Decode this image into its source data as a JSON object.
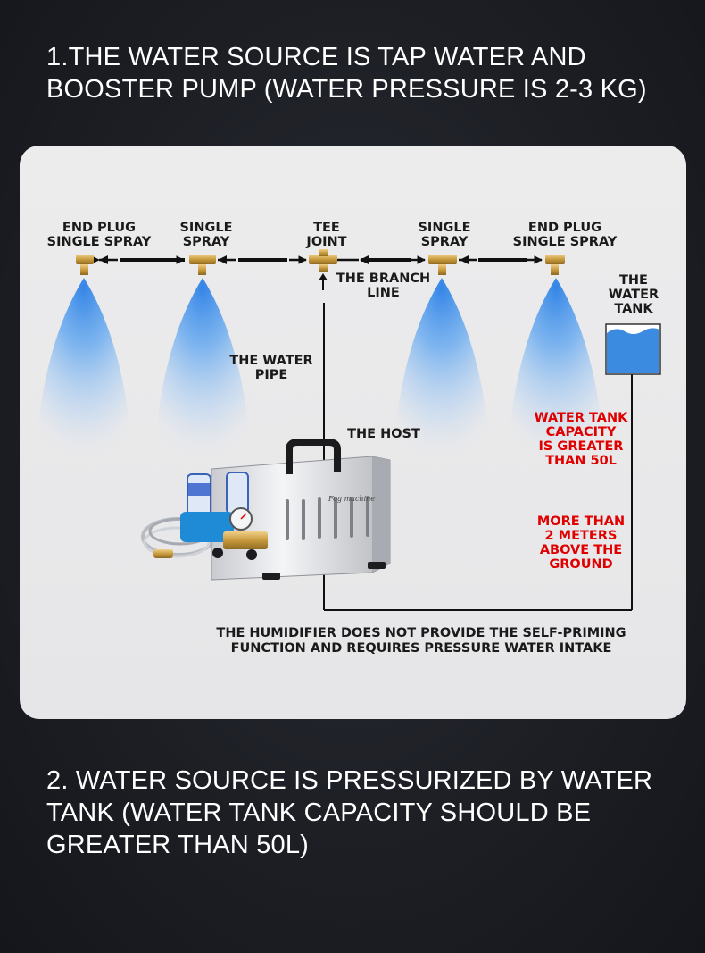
{
  "heading_1": "1.THE WATER SOURCE IS TAP WATER AND BOOSTER PUMP (WATER PRESSURE IS 2-3 KG)",
  "heading_2": "2. WATER SOURCE IS PRESSURIZED BY WATER TANK (WATER TANK CAPACITY SHOULD BE GREATER THAN 50L)",
  "nozzles": {
    "n1": [
      "END PLUG",
      "SINGLE SPRAY"
    ],
    "n2": [
      "SINGLE",
      "SPRAY"
    ],
    "n3": [
      "TEE",
      "JOINT"
    ],
    "n4": [
      "SINGLE",
      "SPRAY"
    ],
    "n5": [
      "END PLUG",
      "SINGLE SPRAY"
    ]
  },
  "branch_line": [
    "THE BRANCH",
    "LINE"
  ],
  "water_pipe": [
    "THE WATER",
    "PIPE"
  ],
  "host": "THE HOST",
  "machine_brand": "Fog machine",
  "water_tank": [
    "THE",
    "WATER",
    "TANK"
  ],
  "tank_capacity": [
    "WATER TANK",
    "CAPACITY",
    "IS GREATER",
    "THAN 50L"
  ],
  "tank_height": [
    "MORE THAN",
    "2 METERS",
    "ABOVE THE",
    "GROUND"
  ],
  "notice": [
    "THE HUMIDIFIER DOES NOT PROVIDE THE SELF-PRIMING",
    "FUNCTION AND REQUIRES PRESSURE WATER INTAKE"
  ],
  "colors": {
    "accent_red": "#e00000",
    "spray_blue": "#2a7fe6",
    "tank_blue": "#3b8be0",
    "brass": "#c79a3c"
  }
}
